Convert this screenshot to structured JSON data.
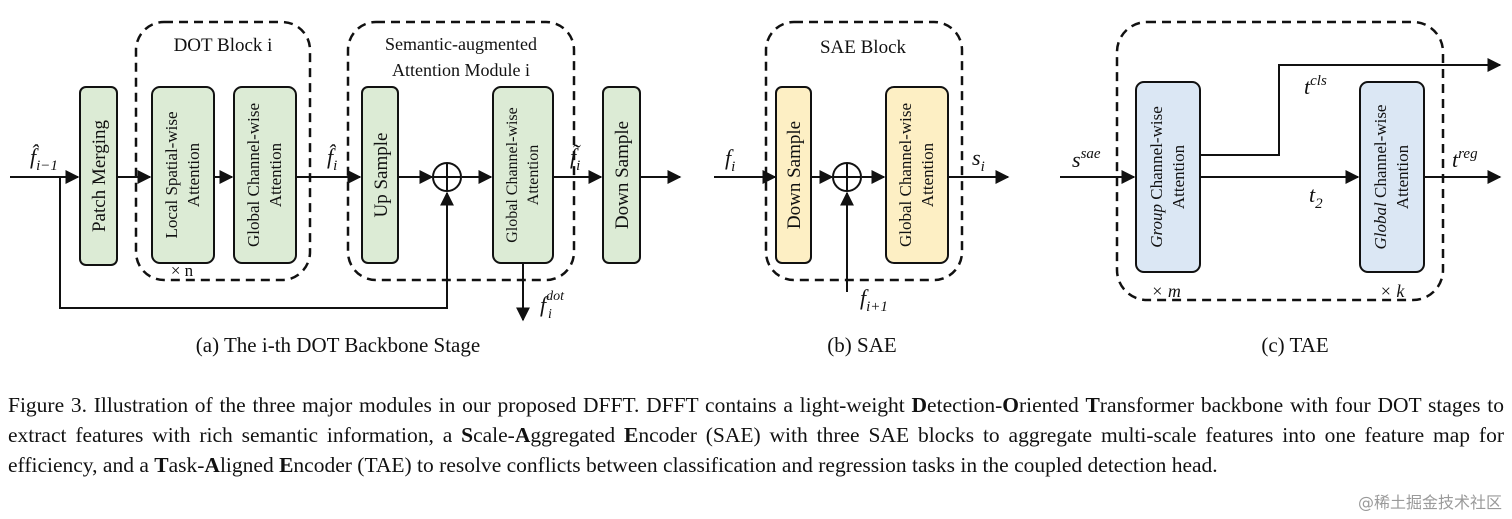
{
  "panel_a": {
    "title": "(a) The i-th DOT Backbone Stage",
    "dot_block_title": "DOT Block i",
    "sam_title_line1": "Semantic-augmented",
    "sam_title_line2": "Attention Module i",
    "patch_merging": "Patch Merging",
    "local_attn_line1": "Local Spatial-wise",
    "local_attn_line2": "Attention",
    "global_attn_line1": "Global Channel-wise",
    "global_attn_line2": "Attention",
    "up_sample": "Up Sample",
    "sam_global_line1": "Global Channel-wise",
    "sam_global_line2": "Attention",
    "down_sample": "Down Sample",
    "repeat": "× n",
    "input_label": "f̂",
    "input_sub": "i−1",
    "mid_label": "f̂",
    "mid_sub": "i",
    "tilde_label": "f̃",
    "tilde_sub": "i",
    "out_label": "f",
    "out_sub": "i",
    "out_sup": "dot"
  },
  "panel_b": {
    "title": "(b) SAE",
    "block_title": "SAE Block",
    "down_sample": "Down Sample",
    "global_line1": "Global Channel-wise",
    "global_line2": "Attention",
    "input_label": "f",
    "input_sub": "i",
    "output_label": "s",
    "output_sub": "i",
    "bottom_label": "f",
    "bottom_sub": "i+1"
  },
  "panel_c": {
    "title": "(c) TAE",
    "group_italic": "Group",
    "group_rest": " Channel-wise",
    "group_line2": "Attention",
    "global_italic": "Global",
    "global_rest": " Channel-wise",
    "global_line2": "Attention",
    "input_label": "s",
    "input_sup": "sae",
    "cls_label": "t",
    "cls_sup": "cls",
    "reg_label": "t",
    "reg_sup": "reg",
    "mid_label": "t",
    "mid_sub": "2",
    "repeat_m": "× m",
    "repeat_k": "× k"
  },
  "caption": {
    "prefix": "Figure 3. Illustration of the three major modules in our proposed DFFT. DFFT contains a light-weight ",
    "b1": "D",
    "t1": "etection-",
    "b2": "O",
    "t2": "riented ",
    "b3": "T",
    "t3": "ransformer backbone with four DOT stages to extract features with rich semantic information, a ",
    "b4": "S",
    "t4": "cale-",
    "b5": "A",
    "t5": "ggregated ",
    "b6": "E",
    "t6": "ncoder (SAE) with three SAE blocks to aggregate multi-scale features into one feature map for efficiency, and a ",
    "b7": "T",
    "t7": "ask-",
    "b8": "A",
    "t8": "ligned ",
    "b9": "E",
    "t9": "ncoder (TAE) to resolve conflicts between classification and regression tasks in the coupled detection head."
  },
  "watermark": "@稀土掘金技术社区",
  "colors": {
    "green_fill": "#dcebd5",
    "yellow_fill": "#fdefc4",
    "blue_fill": "#dbe7f4",
    "stroke": "#111111"
  }
}
